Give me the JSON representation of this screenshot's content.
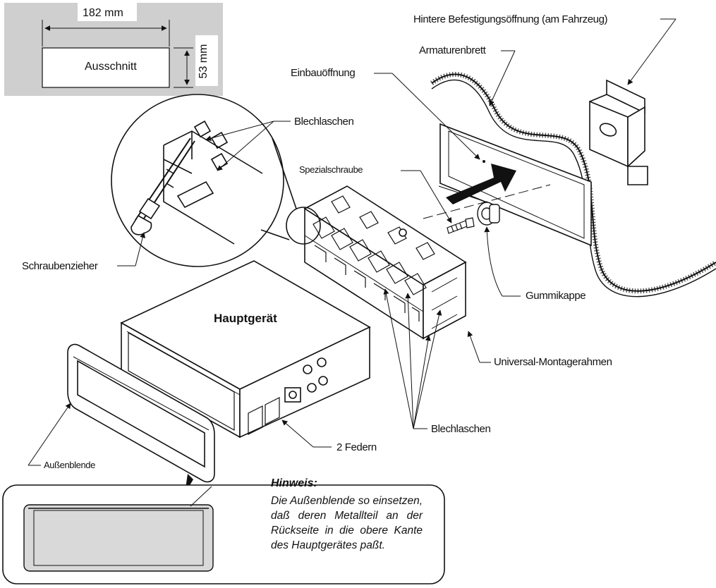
{
  "cutout": {
    "width": "182 mm",
    "height": "53 mm",
    "label": "Ausschnitt"
  },
  "labels": {
    "rear_mount_hole": "Hintere Befestigungsöffnung (am Fahrzeug)",
    "dashboard": "Armaturenbrett",
    "mounting_opening": "Einbauöffnung",
    "sheet_tabs_top": "Blechlaschen",
    "special_screw": "Spezialschraube",
    "screwdriver": "Schraubenzieher",
    "rubber_cap": "Gummikappe",
    "main_unit": "Hauptgerät",
    "universal_frame": "Universal-Montagerahmen",
    "sheet_tabs_bottom": "Blechlaschen",
    "two_springs": "2 Federn",
    "outer_trim": "Außenblende"
  },
  "note": {
    "title": "Hinweis:",
    "body": "Die Außenblende so einsetzen, daß deren Metallteil an der Rückseite in die obere Kante des Hauptgerätes paßt."
  },
  "colors": {
    "cutout_panel": "#cfcfcf",
    "note_inner": "#d9d9d9",
    "ink": "#111111"
  }
}
